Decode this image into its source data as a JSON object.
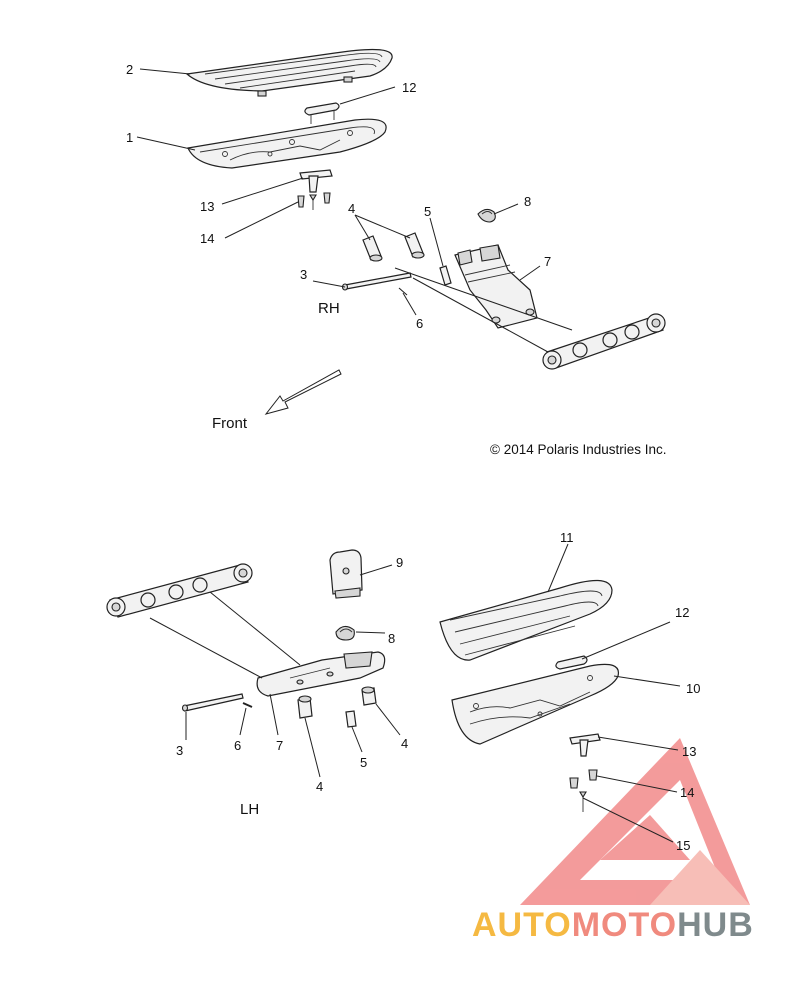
{
  "diagram": {
    "side_labels": {
      "right": "RH",
      "left": "LH"
    },
    "direction_label": "Front",
    "copyright": "© 2014 Polaris Industries Inc.",
    "callouts_rh": [
      "2",
      "12",
      "1",
      "13",
      "14",
      "4",
      "5",
      "8",
      "3",
      "7",
      "6"
    ],
    "callouts_lh": [
      "9",
      "8",
      "3",
      "6",
      "7",
      "4",
      "5",
      "4",
      "11",
      "12",
      "10",
      "13",
      "14",
      "15"
    ]
  },
  "watermark": {
    "text_a": "AUTO",
    "text_b": "MOTO",
    "text_c": "HUB",
    "colors": {
      "a": "#f5b942",
      "b": "#f08a7e",
      "c": "#7f8a8c",
      "logo": "#f07a7a"
    }
  }
}
